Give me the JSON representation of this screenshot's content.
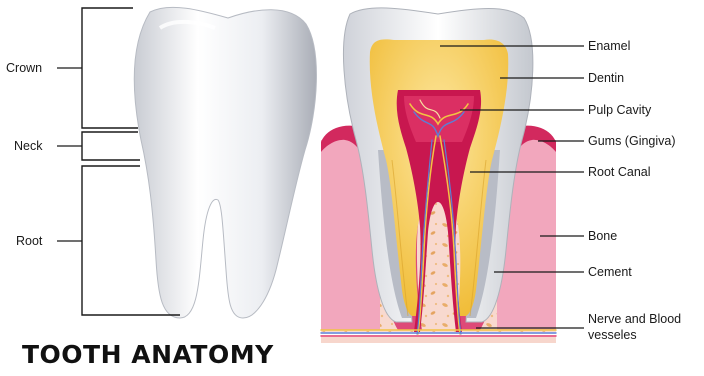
{
  "title": "TOOTH ANATOMY",
  "left_labels": {
    "crown": "Crown",
    "neck": "Neck",
    "root": "Root"
  },
  "right_labels": {
    "enamel": "Enamel",
    "dentin": "Dentin",
    "pulp_cavity": "Pulp Cavity",
    "gums": "Gums (Gingiva)",
    "root_canal": "Root Canal",
    "bone": "Bone",
    "cement": "Cement",
    "nerve_line1": "Nerve and Blood",
    "nerve_line2": "vesseles"
  },
  "colors": {
    "enamel": "#eef0f4",
    "dentin": "#f2c443",
    "pulp": "#c8174f",
    "gum": "#d2295e",
    "bone": "#f7d6cc",
    "bone_spots": "#eab06d",
    "cement": "#b8bcc6"
  }
}
